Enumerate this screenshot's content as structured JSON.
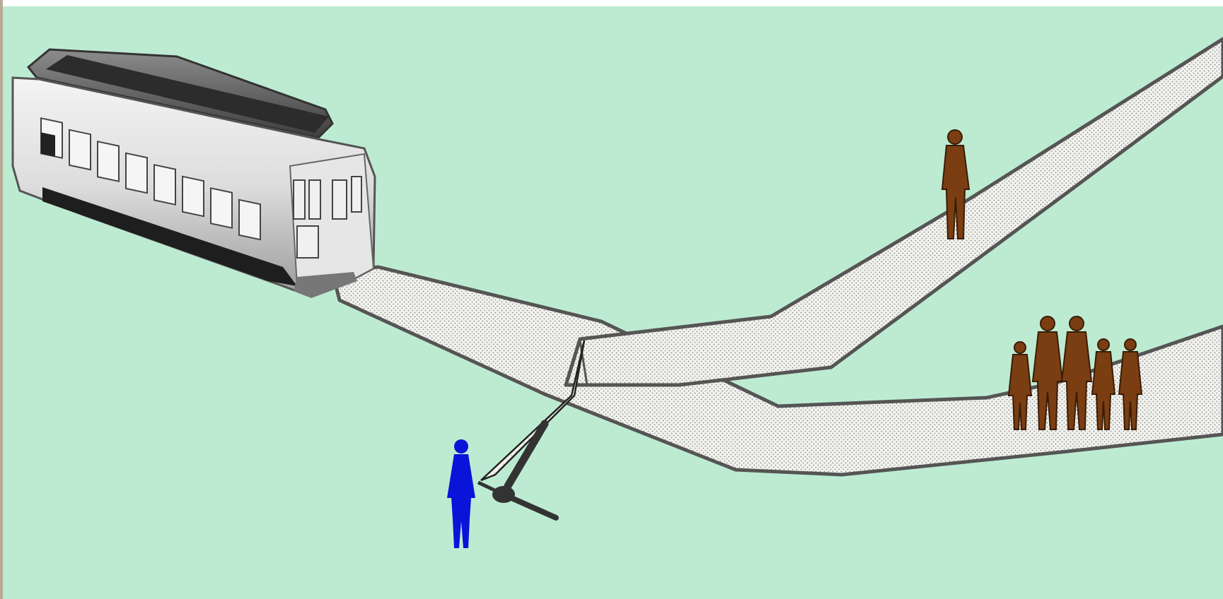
{
  "scene": {
    "colors": {
      "background": "#bdebd2",
      "frame": "#b8ab95",
      "track_fill": "#f2f2ee",
      "track_dots": "#8a8a8a",
      "track_edge": "#555555",
      "person_on_side_track": "#7a3e12",
      "group_on_main_track": "#7a3e12",
      "bystander": "#0a14d8",
      "lever": "#333333",
      "trolley_body": "#d8d8d8",
      "trolley_roof": "#5a5a5a"
    },
    "elements": {
      "trolley": "trolley-car",
      "main_track": "main-track",
      "side_track": "side-track",
      "switch": "track-switch",
      "lever": "switch-lever",
      "bystander": "person-at-lever",
      "side_track_person": "single-person",
      "main_track_group": "group-of-five-people"
    },
    "main_track_group_count": 5,
    "side_track_person_count": 1
  }
}
